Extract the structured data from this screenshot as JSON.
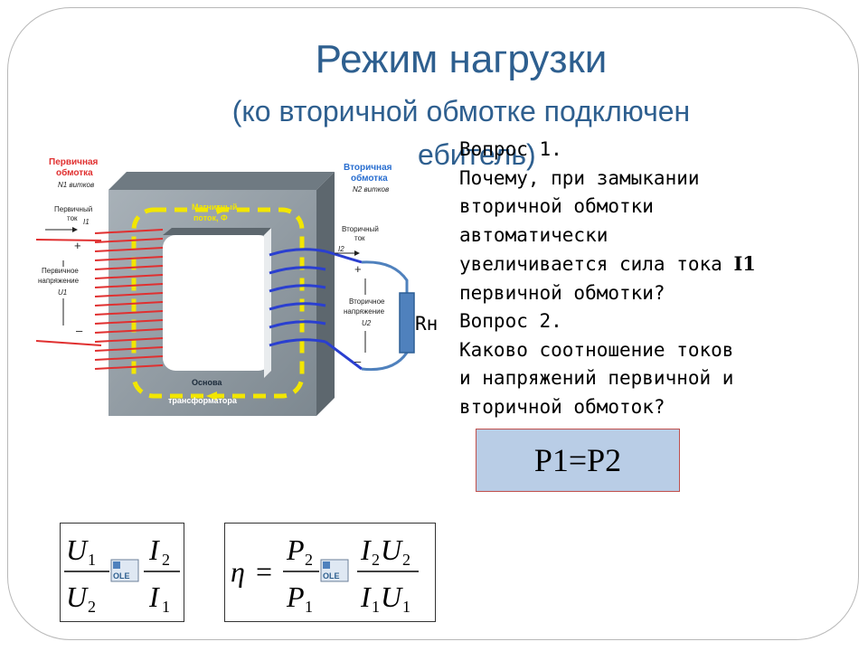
{
  "slide": {
    "title": "Режим нагрузки",
    "subtitle_line1": "(ко вторичной обмотке подключен",
    "subtitle_line2": "ебитель)"
  },
  "questions": {
    "q1_heading": "Вопрос 1.",
    "q1_line1": "Почему, при замыкании",
    "q1_line2": "вторичной обмотки",
    "q1_line3": "автоматически",
    "q1_line4_prefix": "увеличивается сила тока ",
    "q1_line4_symbol": "I1",
    "q1_line5": "первичной обмотки?",
    "q2_heading": "Вопрос 2.",
    "q2_line1": "Каково соотношение токов",
    "q2_line2": "и напряжений первичной и",
    "q2_line3": "вторичной обмоток?"
  },
  "power_box": {
    "text": "P1=P2"
  },
  "load_label": "Rн",
  "diagram": {
    "primary_title_1": "Первичная",
    "primary_title_2": "обмотка",
    "primary_turns": "N1 витков",
    "primary_current_1": "Первичный",
    "primary_current_2": "ток",
    "primary_current_symbol": "I1",
    "primary_voltage_1": "Первичное",
    "primary_voltage_2": "напряжение",
    "primary_voltage_symbol": "U1",
    "secondary_title_1": "Вторичная",
    "secondary_title_2": "обмотка",
    "secondary_turns": "N2 витков",
    "secondary_current_1": "Вторичный",
    "secondary_current_2": "ток",
    "secondary_current_symbol": "I2",
    "secondary_voltage_1": "Вторичное",
    "secondary_voltage_2": "напряжение",
    "secondary_voltage_symbol": "U2",
    "flux_1": "Магнитный",
    "flux_2": "поток, Ф",
    "core_1": "Основа",
    "core_2": "трансформатора",
    "plus": "+",
    "minus": "–"
  },
  "formula1": {
    "u1": "U",
    "u1_sub": "1",
    "u2": "U",
    "u2_sub": "2",
    "i2": "I",
    "i2_sub": "2",
    "i1": "I",
    "i1_sub": "1",
    "ole": "OLE"
  },
  "formula2": {
    "eta": "η",
    "eq": "=",
    "p2": "P",
    "p2_sub": "2",
    "p1": "P",
    "p1_sub": "1",
    "i2": "I",
    "i2_sub": "2",
    "u2": "U",
    "u2_sub": "2",
    "i1": "I",
    "i1_sub": "1",
    "u1": "U",
    "u1_sub": "1",
    "ole": "OLE"
  },
  "colors": {
    "title": "#2e5f8f",
    "primary_winding": "#e03030",
    "secondary_winding": "#2a3fd0",
    "core": "#8f9aa3",
    "flux": "#f2e600",
    "load": "#4f81bd",
    "box_fill": "#b9cde6",
    "box_border": "#c0504d"
  }
}
